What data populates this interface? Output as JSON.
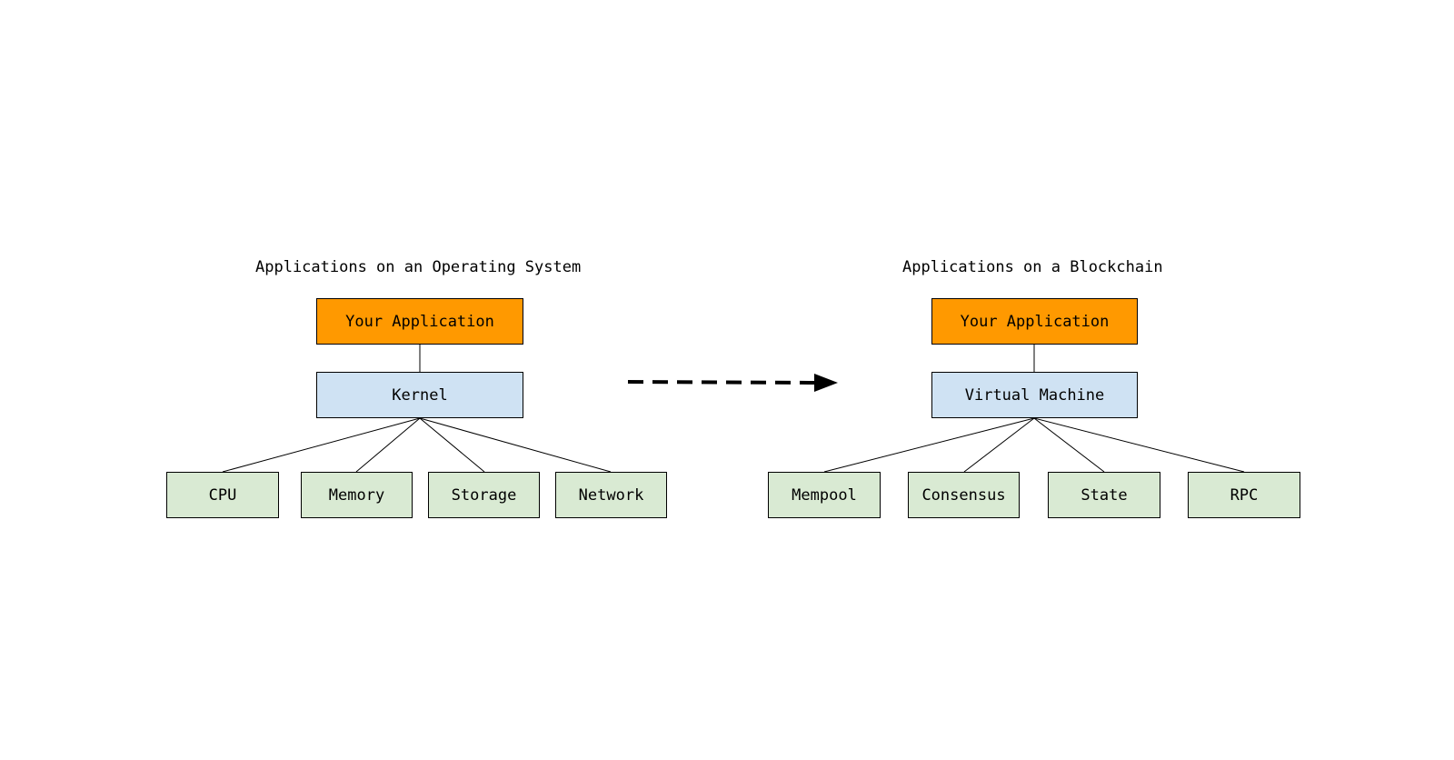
{
  "left": {
    "title": "Applications on an Operating System",
    "app": "Your Application",
    "core": "Kernel",
    "resources": [
      "CPU",
      "Memory",
      "Storage",
      "Network"
    ]
  },
  "right": {
    "title": "Applications on a Blockchain",
    "app": "Your Application",
    "core": "Virtual Machine",
    "resources": [
      "Mempool",
      "Consensus",
      "State",
      "RPC"
    ]
  },
  "colors": {
    "app": "#ff9900",
    "core": "#cfe2f3",
    "resource": "#d9ead3",
    "line": "#000000"
  }
}
